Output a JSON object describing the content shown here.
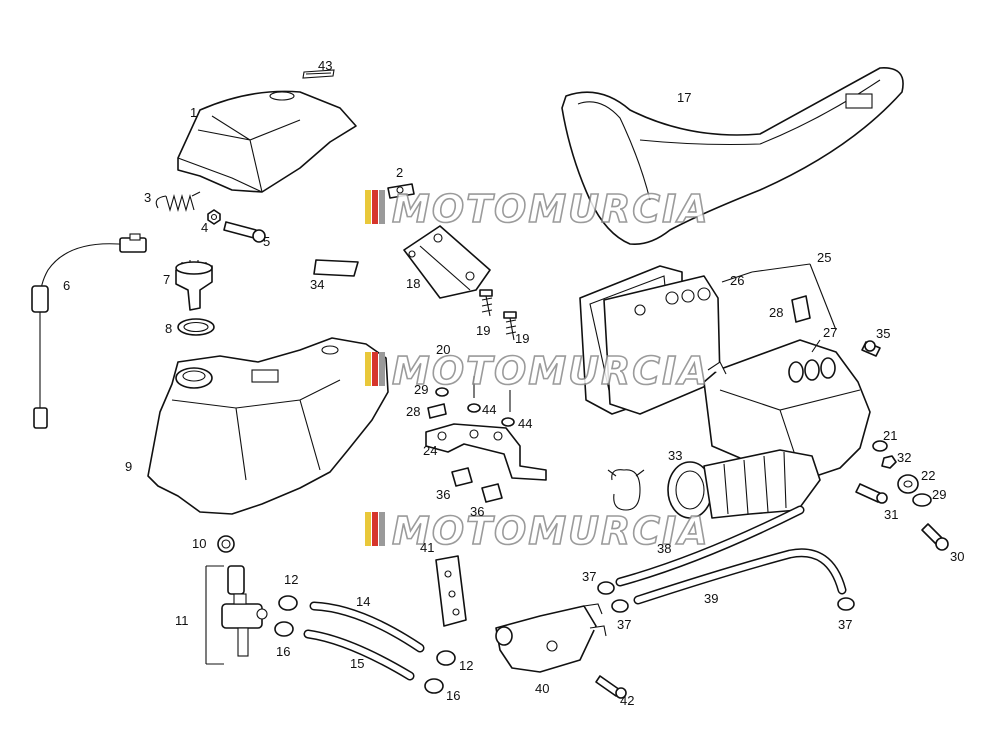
{
  "diagram": {
    "watermark": "MOTOMURCIA",
    "watermark_colors": [
      "#e9c83a",
      "#d6352b",
      "#9a9a9a"
    ],
    "parts": [
      {
        "id": "43",
        "label": "43"
      },
      {
        "id": "1",
        "label": "1"
      },
      {
        "id": "2",
        "label": "2"
      },
      {
        "id": "3",
        "label": "3"
      },
      {
        "id": "4",
        "label": "4"
      },
      {
        "id": "5",
        "label": "5"
      },
      {
        "id": "6",
        "label": "6"
      },
      {
        "id": "7",
        "label": "7"
      },
      {
        "id": "8",
        "label": "8"
      },
      {
        "id": "9",
        "label": "9"
      },
      {
        "id": "10",
        "label": "10"
      },
      {
        "id": "11",
        "label": "11"
      },
      {
        "id": "12a",
        "label": "12"
      },
      {
        "id": "12b",
        "label": "12"
      },
      {
        "id": "14",
        "label": "14"
      },
      {
        "id": "15",
        "label": "15"
      },
      {
        "id": "16a",
        "label": "16"
      },
      {
        "id": "16b",
        "label": "16"
      },
      {
        "id": "17",
        "label": "17"
      },
      {
        "id": "18",
        "label": "18"
      },
      {
        "id": "19a",
        "label": "19"
      },
      {
        "id": "19b",
        "label": "19"
      },
      {
        "id": "20",
        "label": "20"
      },
      {
        "id": "21",
        "label": "21"
      },
      {
        "id": "22",
        "label": "22"
      },
      {
        "id": "24",
        "label": "24"
      },
      {
        "id": "25",
        "label": "25"
      },
      {
        "id": "26",
        "label": "26"
      },
      {
        "id": "27",
        "label": "27"
      },
      {
        "id": "28a",
        "label": "28"
      },
      {
        "id": "28b",
        "label": "28"
      },
      {
        "id": "29a",
        "label": "29"
      },
      {
        "id": "29b",
        "label": "29"
      },
      {
        "id": "30",
        "label": "30"
      },
      {
        "id": "31",
        "label": "31"
      },
      {
        "id": "32",
        "label": "32"
      },
      {
        "id": "33",
        "label": "33"
      },
      {
        "id": "34",
        "label": "34"
      },
      {
        "id": "35",
        "label": "35"
      },
      {
        "id": "36a",
        "label": "36"
      },
      {
        "id": "36b",
        "label": "36"
      },
      {
        "id": "37a",
        "label": "37"
      },
      {
        "id": "37b",
        "label": "37"
      },
      {
        "id": "37c",
        "label": "37"
      },
      {
        "id": "38",
        "label": "38"
      },
      {
        "id": "39",
        "label": "39"
      },
      {
        "id": "40",
        "label": "40"
      },
      {
        "id": "41",
        "label": "41"
      },
      {
        "id": "42",
        "label": "42"
      },
      {
        "id": "44a",
        "label": "44"
      },
      {
        "id": "44b",
        "label": "44"
      }
    ]
  }
}
